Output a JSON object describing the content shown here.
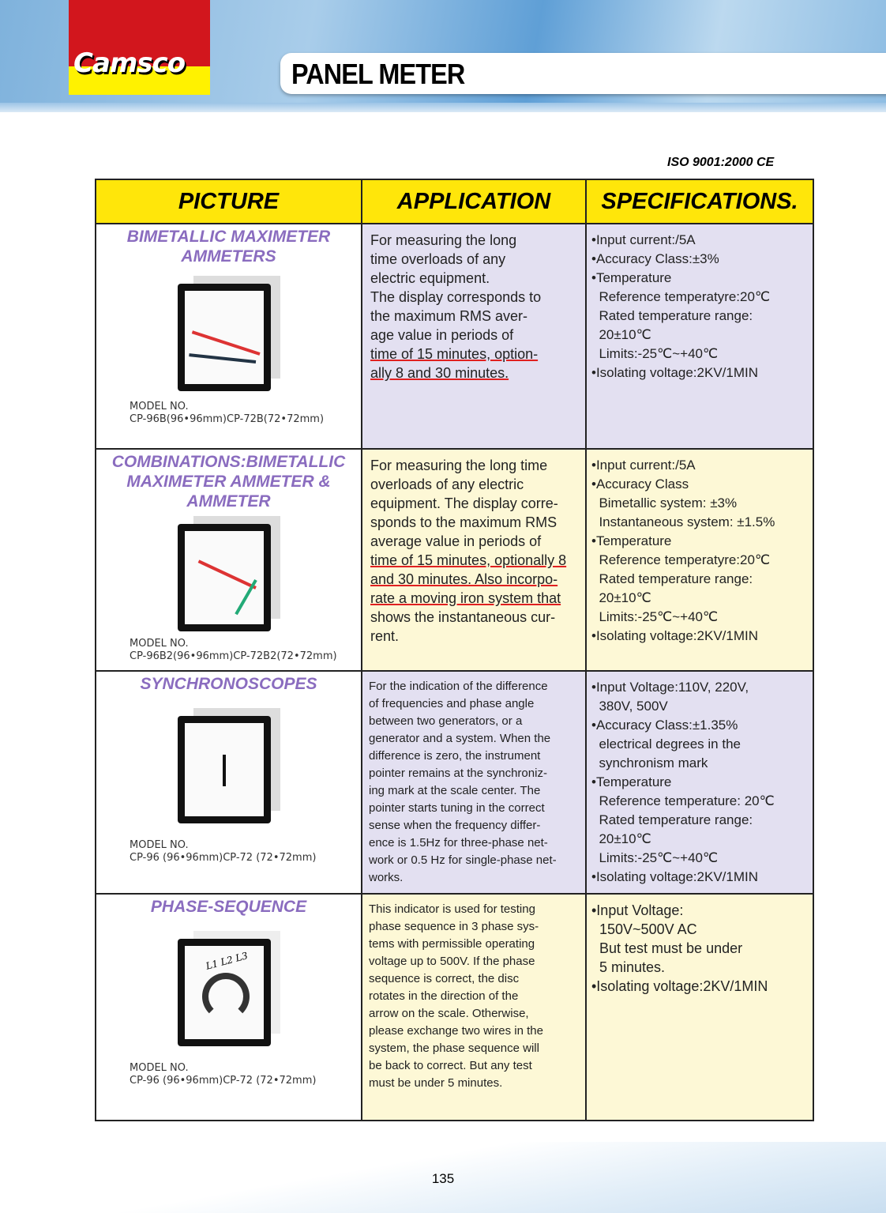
{
  "header": {
    "brand": "Camsco",
    "title": "PANEL METER",
    "certification": "ISO 9001:2000 CE"
  },
  "table": {
    "headers": [
      "PICTURE",
      "APPLICATION",
      "SPECIFICATIONS."
    ],
    "rows": [
      {
        "title": [
          "BIMETALLIC MAXIMETER",
          "AMMETERS"
        ],
        "model_label": "MODEL NO.",
        "models": [
          "CP-96B(96•96mm)",
          "CP-72B(72•72mm)"
        ],
        "application": [
          "For measuring the long",
          "time overloads of any",
          "electric equipment.",
          "The display corresponds to",
          "the maximum RMS aver-",
          "age value in periods of",
          "time of 15 minutes, option-",
          "ally 8 and 30 minutes."
        ],
        "specifications": [
          "•Input current:/5A",
          "•Accuracy Class:±3%",
          "•Temperature",
          "  Reference temperatyre:20℃",
          "  Rated temperature range:",
          "  20±10℃",
          "  Limits:-25℃~+40℃",
          "•Isolating voltage:2KV/1MIN"
        ]
      },
      {
        "title": [
          "COMBINATIONS:BIMETALLIC",
          "MAXIMETER AMMETER &",
          "AMMETER"
        ],
        "model_label": "MODEL NO.",
        "models": [
          "CP-96B2(96•96mm)",
          "CP-72B2(72•72mm)"
        ],
        "application": [
          "For measuring  the long time",
          "overloads of any electric",
          "equipment. The display corre-",
          "sponds to the maximum RMS",
          "average value in periods of",
          "time of 15 minutes, optionally 8",
          "and 30 minutes. Also incorpo-",
          "rate a moving iron system that",
          "shows the instantaneous cur-",
          "rent."
        ],
        "specifications": [
          "•Input current:/5A",
          "•Accuracy Class",
          "  Bimetallic system: ±3%",
          "  Instantaneous system: ±1.5%",
          "•Temperature",
          "  Reference temperatyre:20℃",
          "  Rated temperature range:",
          "  20±10℃",
          "  Limits:-25℃~+40℃",
          "•Isolating voltage:2KV/1MIN"
        ]
      },
      {
        "title": [
          "SYNCHRONOSCOPES"
        ],
        "model_label": "MODEL NO.",
        "models": [
          "CP-96 (96•96mm)",
          "CP-72 (72•72mm)"
        ],
        "application": [
          "For the indication of the difference",
          "of frequencies and phase angle",
          "between two generators, or a",
          "generator and a system. When the",
          "difference is zero, the instrument",
          "pointer remains at the synchroniz-",
          "ing mark at the scale center. The",
          "pointer starts tuning in the correct",
          "sense when the frequency differ-",
          "ence is 1.5Hz for three-phase net-",
          "work or 0.5 Hz for single-phase net-",
          "works."
        ],
        "specifications": [
          "•Input Voltage:110V, 220V,",
          "  380V, 500V",
          "•Accuracy Class:±1.35%",
          "  electrical degrees in the",
          "  synchronism mark",
          "•Temperature",
          "  Reference temperature: 20℃",
          "  Rated temperature range:",
          "  20±10℃",
          "  Limits:-25℃~+40℃",
          "•Isolating voltage:2KV/1MIN"
        ]
      },
      {
        "title": [
          "PHASE-SEQUENCE"
        ],
        "model_label": "MODEL NO.",
        "models": [
          "CP-96 (96•96mm)",
          "CP-72 (72•72mm)"
        ],
        "dial_label": "L1 L2 L3",
        "application": [
          "This indicator is used for testing",
          "phase sequence in 3 phase sys-",
          "tems with permissible operating",
          "voltage up to 500V. If the phase",
          "sequence is correct, the disc",
          "rotates in the direction of the",
          "arrow on the scale. Otherwise,",
          "please exchange two wires in the",
          "system, the phase sequence will",
          "be back to correct. But any test",
          "must be under 5 minutes."
        ],
        "specifications": [
          "•Input Voltage:",
          "  150V~500V AC",
          "  But test must be under",
          "  5 minutes.",
          "•Isolating voltage:2KV/1MIN"
        ]
      }
    ]
  },
  "footer": {
    "page_number": "135"
  }
}
